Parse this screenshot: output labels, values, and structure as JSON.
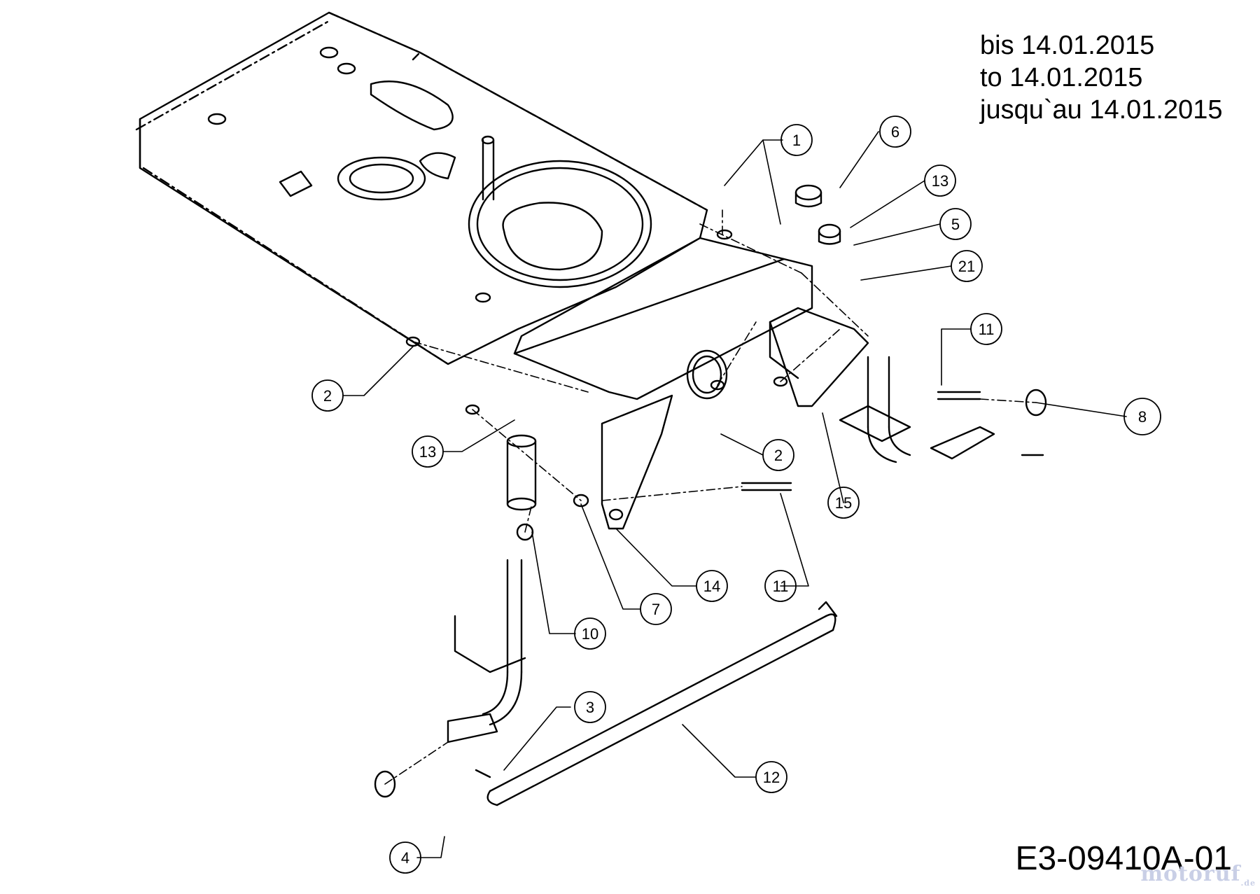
{
  "validity_note": [
    "bis 14.01.2015",
    "to 14.01.2015",
    "jusqu`au 14.01.2015"
  ],
  "drawing_code": "E3-09410A-01",
  "watermark": "motoruf",
  "watermark_suffix": ".de",
  "callouts": [
    "1",
    "6",
    "13",
    "5",
    "21",
    "11",
    "8",
    "2",
    "13",
    "2",
    "15",
    "14",
    "11",
    "10",
    "7",
    "3",
    "12",
    "4"
  ]
}
